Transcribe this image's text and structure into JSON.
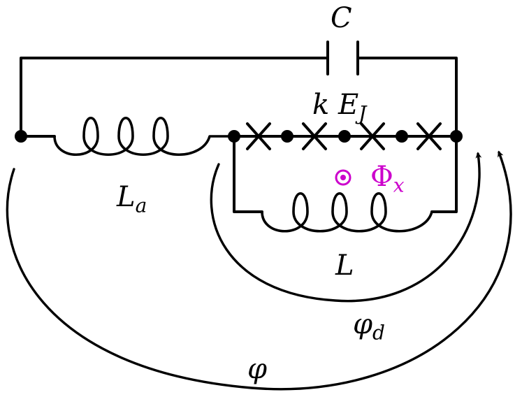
{
  "labels": {
    "capacitor": "C",
    "junction_k": "k",
    "junction_E": "E",
    "junction_E_sub": "J",
    "inductor_a": "L",
    "inductor_a_sub": "a",
    "inductor": "L",
    "flux_symbol": "Φ",
    "flux_sub": "x",
    "phase_d": "φ",
    "phase_d_sub": "d",
    "phase": "φ"
  },
  "colors": {
    "wire": "#000000",
    "flux": "#cc00cc"
  },
  "icons": {
    "flux_direction": "out-of-page-dot-icon"
  }
}
